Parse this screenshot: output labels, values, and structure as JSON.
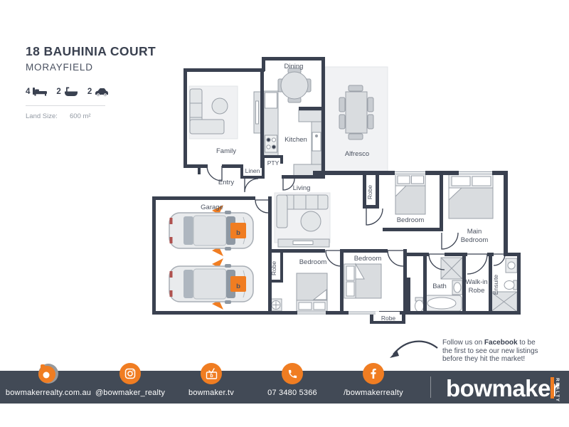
{
  "header": {
    "title": "18 BAUHINIA COURT",
    "suburb": "MORAYFIELD",
    "stats": {
      "beds": "4",
      "baths": "2",
      "cars": "2"
    },
    "land_size_label": "Land Size:",
    "land_size_value": "600 m²"
  },
  "floorplan": {
    "rooms": {
      "family": "Family",
      "dining": "Dining",
      "kitchen": "Kitchen",
      "alfresco": "Alfresco",
      "pty": "PTY",
      "linen": "Linen",
      "entry": "Entry",
      "living": "Living",
      "garage": "Garage",
      "robe_bed2": "Robe",
      "bedroom2": "Bedroom",
      "main_bedroom_line1": "Main",
      "main_bedroom_line2": "Bedroom",
      "robe_bed3": "Robe",
      "bedroom3": "Bedroom",
      "bedroom4": "Bedroom",
      "bath": "Bath",
      "walk_in_line1": "Walk-in",
      "walk_in_line2": "Robe",
      "ensuite": "Ensuite",
      "robe_bed4": "Robe"
    }
  },
  "promo": {
    "line1_prefix": "Follow us on ",
    "line1_bold": "Facebook",
    "line1_suffix": " to be",
    "line2": "the first to see our new listings",
    "line3": "before they hit the market!"
  },
  "footer": {
    "items": [
      {
        "icon": "bowmaker-logo",
        "label": "bowmakerrealty.com.au"
      },
      {
        "icon": "instagram",
        "label": "@bowmaker_realty"
      },
      {
        "icon": "tv",
        "label": "bowmaker.tv"
      },
      {
        "icon": "phone",
        "label": "07 3480 5366"
      },
      {
        "icon": "facebook",
        "label": "/bowmakerrealty"
      }
    ],
    "brand": "bowmaker",
    "brand_sub": "REALTY",
    "colors": {
      "orange": "#F07D22",
      "navy": "#3A4150",
      "bar": "#424A56"
    }
  }
}
